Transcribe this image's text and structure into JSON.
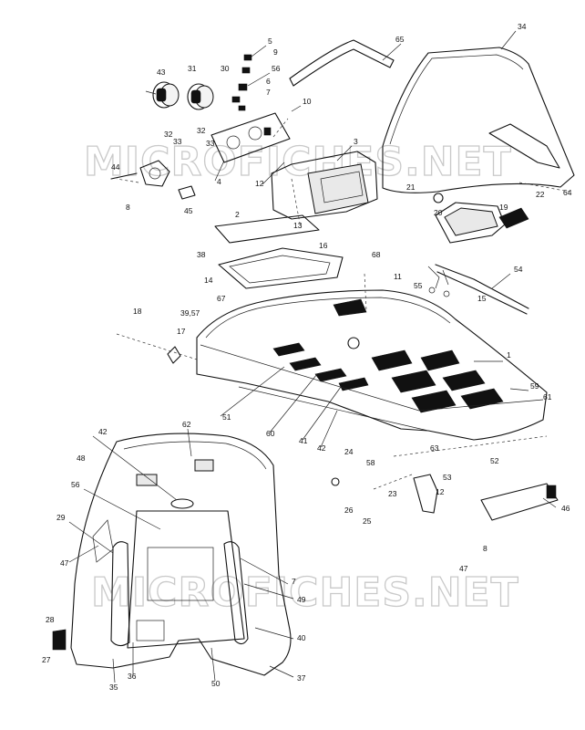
{
  "watermark": "MICROFICHES.NET",
  "colors": {
    "line": "#111111",
    "watermark": "#c9c9c9",
    "background": "#ffffff"
  },
  "part_labels": [
    "65",
    "34",
    "5",
    "9",
    "56",
    "43",
    "31",
    "30",
    "6",
    "7",
    "10",
    "3",
    "32",
    "33",
    "32",
    "33",
    "44",
    "4",
    "12",
    "21",
    "8",
    "45",
    "20",
    "22",
    "64",
    "19",
    "2",
    "13",
    "16",
    "38",
    "68",
    "14",
    "54",
    "11",
    "55",
    "15",
    "39,57",
    "67",
    "18",
    "17",
    "1",
    "59",
    "61",
    "51",
    "60",
    "41",
    "42",
    "63",
    "58",
    "24",
    "52",
    "53",
    "62",
    "42",
    "48",
    "56",
    "12",
    "23",
    "46",
    "26",
    "25",
    "29",
    "47",
    "7",
    "49",
    "28",
    "40",
    "27",
    "35",
    "36",
    "50",
    "37",
    "8",
    "47"
  ]
}
